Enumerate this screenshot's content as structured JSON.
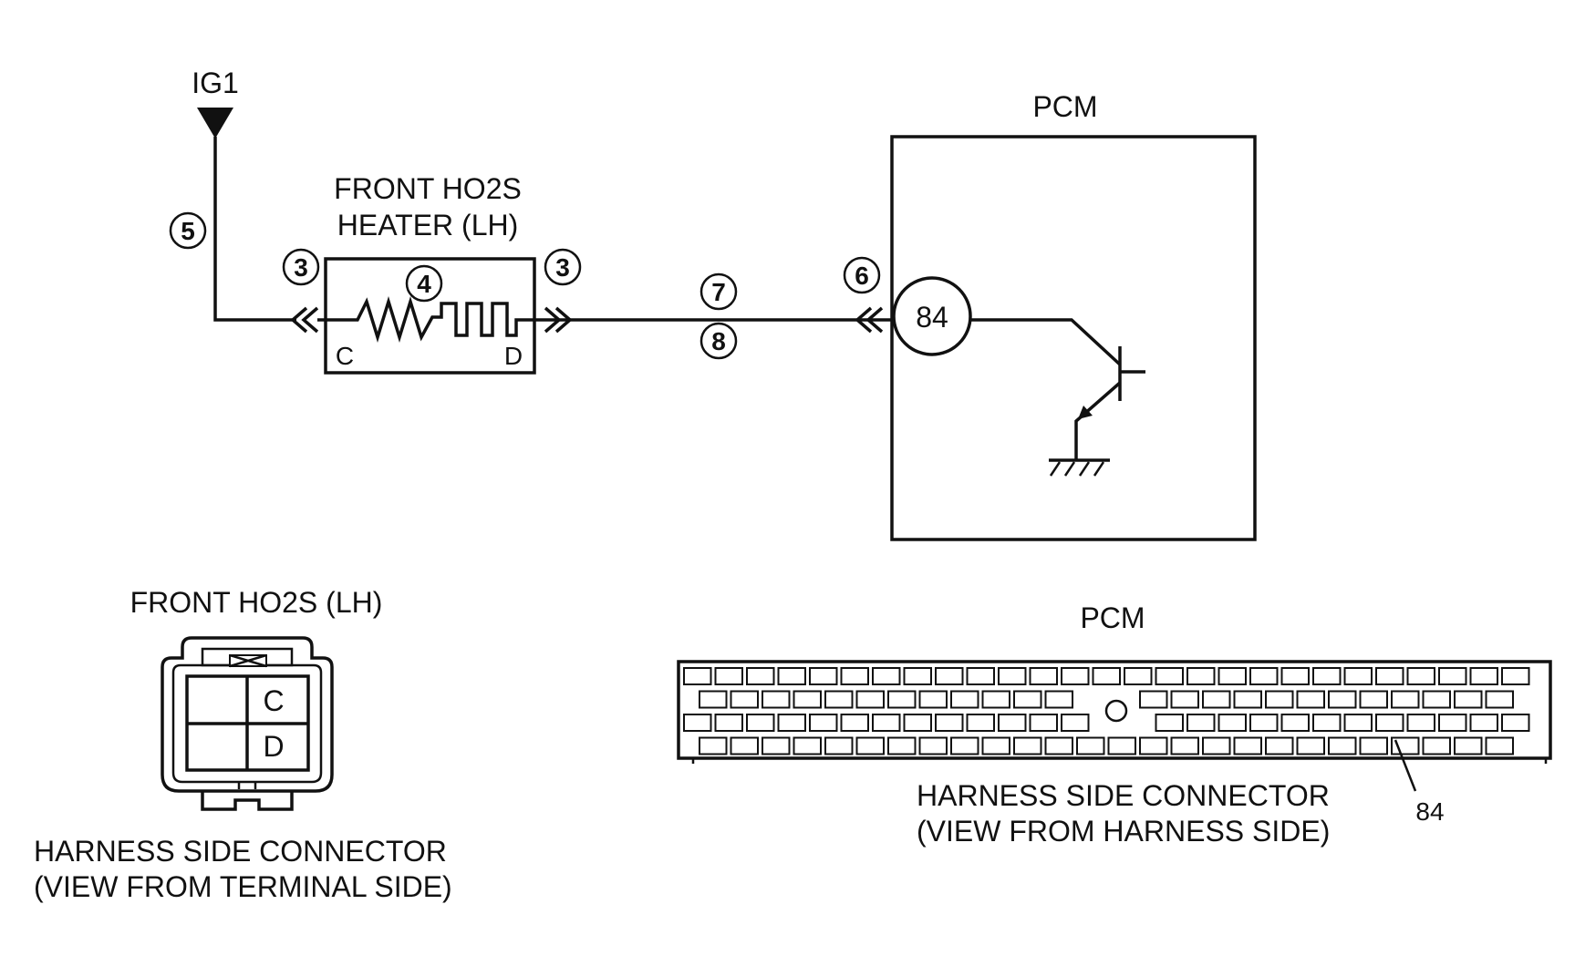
{
  "ig1_label": "IG1",
  "pcm_box_label": "PCM",
  "heater_label_line1": "FRONT HO2S",
  "heater_label_line2": "HEATER (LH)",
  "terminal_c": "C",
  "terminal_d": "D",
  "pcm_terminal": "84",
  "callouts": {
    "c5": "5",
    "c3_left": "3",
    "c3_right": "3",
    "c4": "4",
    "c7": "7",
    "c8": "8",
    "c6": "6"
  },
  "ho2s_connector": {
    "title": "FRONT HO2S (LH)",
    "pin_c": "C",
    "pin_d": "D",
    "caption_line1": "HARNESS SIDE CONNECTOR",
    "caption_line2": "(VIEW FROM TERMINAL SIDE)"
  },
  "pcm_connector": {
    "title": "PCM",
    "pin_label": "84",
    "caption_line1": "HARNESS SIDE CONNECTOR",
    "caption_line2": "(VIEW FROM HARNESS SIDE)"
  }
}
